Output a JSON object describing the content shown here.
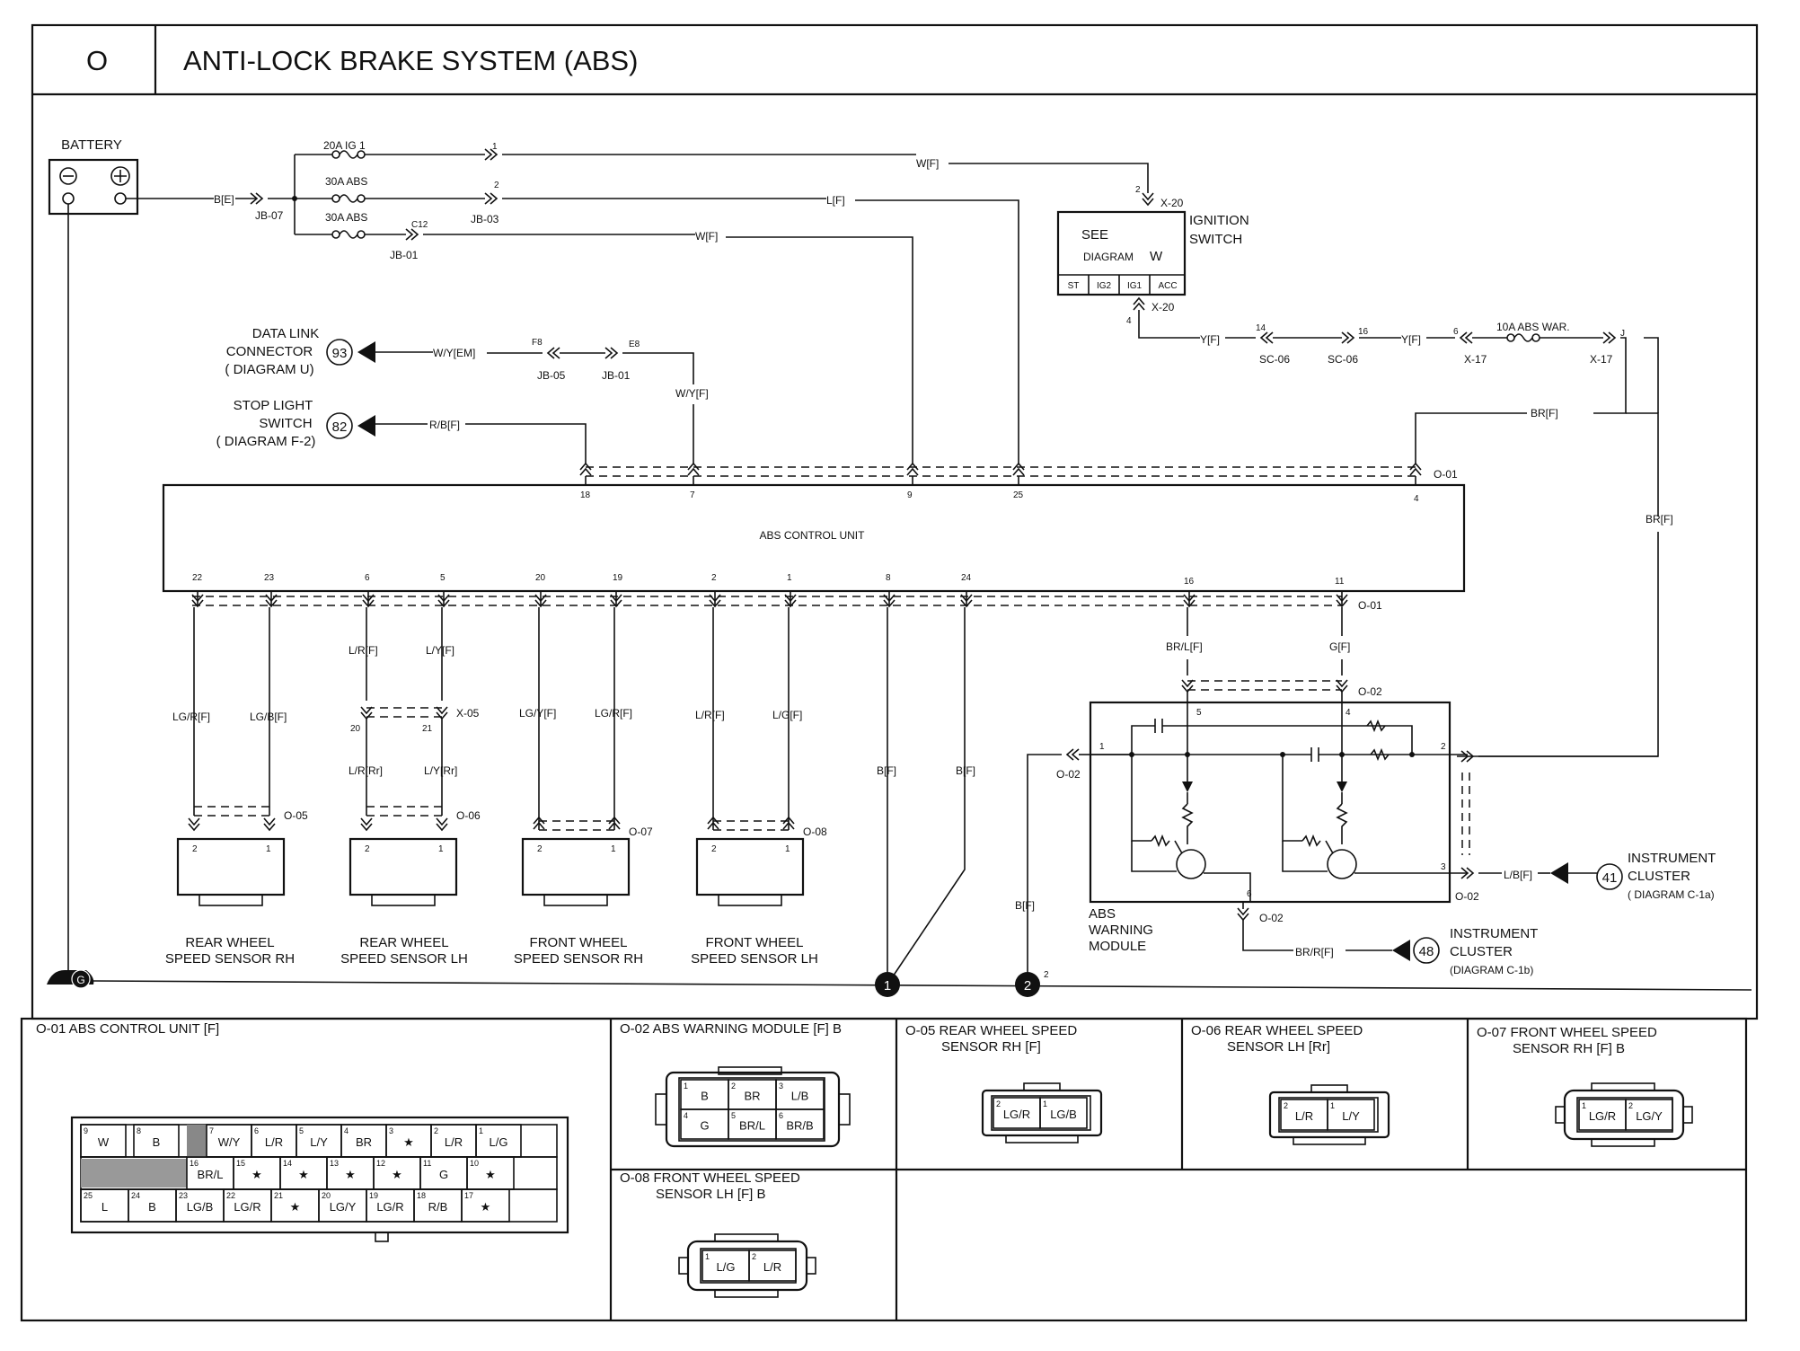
{
  "header": {
    "section": "O",
    "title": "ANTI-LOCK BRAKE SYSTEM (ABS)"
  },
  "battery": {
    "label": "BATTERY",
    "wire": "B[E]",
    "jb": "JB-07"
  },
  "fuses": [
    {
      "label": "20A IG 1",
      "jb": ""
    },
    {
      "label": "30A ABS",
      "jb": "JB-03"
    },
    {
      "label": "30A ABS",
      "jb": "JB-01"
    }
  ],
  "fuse_connectors": {
    "c12": "C12",
    "pin1": "1",
    "pin2": "2"
  },
  "wires": {
    "w_f_top": "W[F]",
    "l_f": "L[F]",
    "w_f_mid": "W[F]",
    "wy_em": "W/Y[EM]",
    "wy_f": "W/Y[F]",
    "rb_f": "R/B[F]",
    "y_f1": "Y[F]",
    "y_f2": "Y[F]",
    "br_f1": "BR[F]",
    "br_f2": "BR[F]",
    "lb_f": "L/B[F]",
    "brr_f": "BR/R[F]",
    "b_f1": "B[F]",
    "b_f2": "B[F]",
    "b_f3": "B[F]",
    "brl_f": "BR/L[F]",
    "g_f": "G[F]"
  },
  "ignition": {
    "see": "SEE",
    "diagram": "DIAGRAM",
    "ref": "W",
    "label1": "IGNITION",
    "label2": "SWITCH",
    "conn_top": "X-20",
    "conn_bot": "X-20",
    "pin_top": "2",
    "pin_bot": "4",
    "positions": [
      "ST",
      "IG2",
      "IG1",
      "ACC"
    ]
  },
  "dlc": {
    "line1": "DATA LINK",
    "line2": "CONNECTOR",
    "line3": "( DIAGRAM U)",
    "num": "93",
    "c1": "F8",
    "c2": "E8",
    "jb1": "JB-05",
    "jb2": "JB-01"
  },
  "stop": {
    "line1": "STOP LIGHT",
    "line2": "SWITCH",
    "line3": "( DIAGRAM F-2)",
    "num": "82"
  },
  "warn_line": {
    "sc1_pin": "14",
    "sc1": "SC-06",
    "sc2_pin": "16",
    "sc2": "SC-06",
    "x17_pin": "6",
    "x17": "X-17",
    "fuse": "10A ABS WAR.",
    "x17b_pin": "J",
    "x17b": "X-17"
  },
  "ecu": {
    "label": "ABS CONTROL UNIT",
    "conn_top": "O-01",
    "conn_bot": "O-01",
    "top_pins": [
      "18",
      "7",
      "9",
      "25",
      "4"
    ],
    "bottom_pins": [
      "22",
      "23",
      "6",
      "5",
      "20",
      "19",
      "2",
      "1",
      "8",
      "24",
      "16",
      "11"
    ]
  },
  "sensors": [
    {
      "w1": "LG/R[F]",
      "w2": "LG/B[F]",
      "conn": "O-05",
      "p1": "2",
      "p2": "1",
      "name1": "REAR WHEEL",
      "name2": "SPEED SENSOR RH"
    },
    {
      "w1": "L/R[F]",
      "w2": "L/Y[F]",
      "w3": "L/R[Rr]",
      "w4": "L/Y[Rr]",
      "x05": "X-05",
      "x1": "20",
      "x2": "21",
      "conn": "O-06",
      "p1": "2",
      "p2": "1",
      "name1": "REAR WHEEL",
      "name2": "SPEED SENSOR LH"
    },
    {
      "w1": "LG/Y[F]",
      "w2": "LG/R[F]",
      "conn": "O-07",
      "p1": "2",
      "p2": "1",
      "name1": "FRONT WHEEL",
      "name2": "SPEED SENSOR RH"
    },
    {
      "w1": "L/R[F]",
      "w2": "L/G[F]",
      "conn": "O-08",
      "p1": "2",
      "p2": "1",
      "name1": "FRONT WHEEL",
      "name2": "SPEED SENSOR LH"
    }
  ],
  "warning_module": {
    "line1": "ABS",
    "line2": "WARNING",
    "line3": "MODULE",
    "conn": "O-02",
    "conn_left": "O-02",
    "conn_right": "O-02",
    "conn_bot": "O-02",
    "pins": [
      "1",
      "2",
      "3",
      "4",
      "5",
      "6"
    ]
  },
  "instrument1": {
    "num": "41",
    "line1": "INSTRUMENT",
    "line2": "CLUSTER",
    "line3": "( DIAGRAM C-1a)"
  },
  "instrument2": {
    "num": "48",
    "line1": "INSTRUMENT",
    "line2": "CLUSTER",
    "line3": "(DIAGRAM C-1b)"
  },
  "ground": {
    "g": "G",
    "g1": "1",
    "g2": "2",
    "g2pin": "2"
  },
  "connectors": {
    "o01": {
      "title": "O-01 ABS CONTROL UNIT [F]",
      "row1": [
        [
          "9",
          "W"
        ],
        [
          "8",
          "B"
        ],
        [
          "7",
          "W/Y"
        ],
        [
          "6",
          "L/R"
        ],
        [
          "5",
          "L/Y"
        ],
        [
          "4",
          "BR"
        ],
        [
          "3",
          "★"
        ],
        [
          "2",
          "L/R"
        ],
        [
          "1",
          "L/G"
        ]
      ],
      "row2": [
        [
          "16",
          "BR/L"
        ],
        [
          "15",
          "★"
        ],
        [
          "14",
          "★"
        ],
        [
          "13",
          "★"
        ],
        [
          "12",
          "★"
        ],
        [
          "11",
          "G"
        ],
        [
          "10",
          "★"
        ]
      ],
      "row3": [
        [
          "25",
          "L"
        ],
        [
          "24",
          "B"
        ],
        [
          "23",
          "LG/B"
        ],
        [
          "22",
          "LG/R"
        ],
        [
          "21",
          "★"
        ],
        [
          "20",
          "LG/Y"
        ],
        [
          "19",
          "LG/R"
        ],
        [
          "18",
          "R/B"
        ],
        [
          "17",
          "★"
        ]
      ]
    },
    "o02": {
      "title": "O-02 ABS WARNING MODULE [F] B",
      "cells": [
        [
          "1",
          "B"
        ],
        [
          "2",
          "BR"
        ],
        [
          "3",
          "L/B"
        ],
        [
          "4",
          "G"
        ],
        [
          "5",
          "BR/L"
        ],
        [
          "6",
          "BR/B"
        ]
      ]
    },
    "o05": {
      "title1": "O-05 REAR WHEEL SPEED",
      "title2": "SENSOR RH [F]",
      "cells": [
        [
          "2",
          "LG/R"
        ],
        [
          "1",
          "LG/B"
        ]
      ]
    },
    "o06": {
      "title1": "O-06 REAR WHEEL SPEED",
      "title2": "SENSOR LH [Rr]",
      "cells": [
        [
          "2",
          "L/R"
        ],
        [
          "1",
          "L/Y"
        ]
      ]
    },
    "o07": {
      "title1": "O-07 FRONT WHEEL SPEED",
      "title2": "SENSOR RH [F] B",
      "cells": [
        [
          "1",
          "LG/R"
        ],
        [
          "2",
          "LG/Y"
        ]
      ]
    },
    "o08": {
      "title1": "O-08 FRONT WHEEL SPEED",
      "title2": "SENSOR LH [F] B",
      "cells": [
        [
          "1",
          "L/G"
        ],
        [
          "2",
          "L/R"
        ]
      ]
    }
  }
}
